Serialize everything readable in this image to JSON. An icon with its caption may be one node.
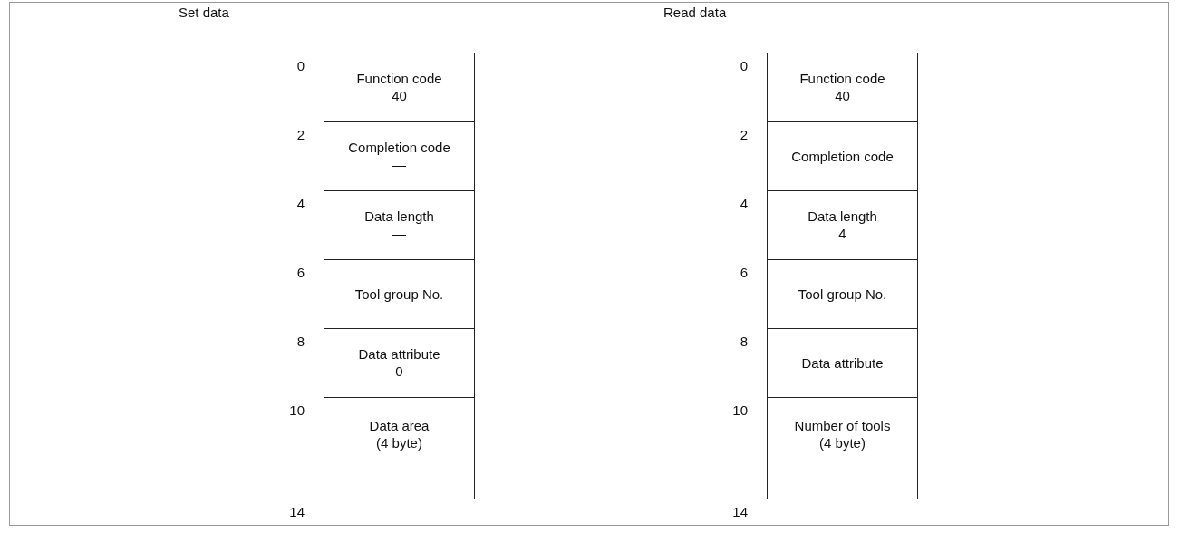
{
  "diagram": {
    "nodes": [
      {
        "text": [
          "Function code",
          "40"
        ]
      },
      {
        "text": [
          "Completion code",
          "—"
        ]
      },
      {
        "text": [
          "Data length",
          "—"
        ]
      },
      {
        "text": [
          "Tool group No."
        ]
      },
      {
        "text": [
          "Data attribute",
          "0"
        ]
      },
      {
        "text": [
          "Data area",
          "(4 byte)"
        ]
      },
      {
        "text": [
          "Function code",
          "40"
        ]
      },
      {
        "text": [
          "Completion code"
        ]
      },
      {
        "text": [
          "Data length",
          "4"
        ]
      },
      {
        "text": [
          "Tool group No."
        ]
      },
      {
        "text": [
          "Data attribute"
        ]
      },
      {
        "text": [
          "Number of tools",
          "(4 byte)"
        ]
      }
    ],
    "labels": [
      "Set data",
      "0",
      "2",
      "4",
      "6",
      "8",
      "10",
      "14",
      "Read data",
      "0",
      "2",
      "4",
      "6",
      "8",
      "10",
      "14"
    ]
  }
}
